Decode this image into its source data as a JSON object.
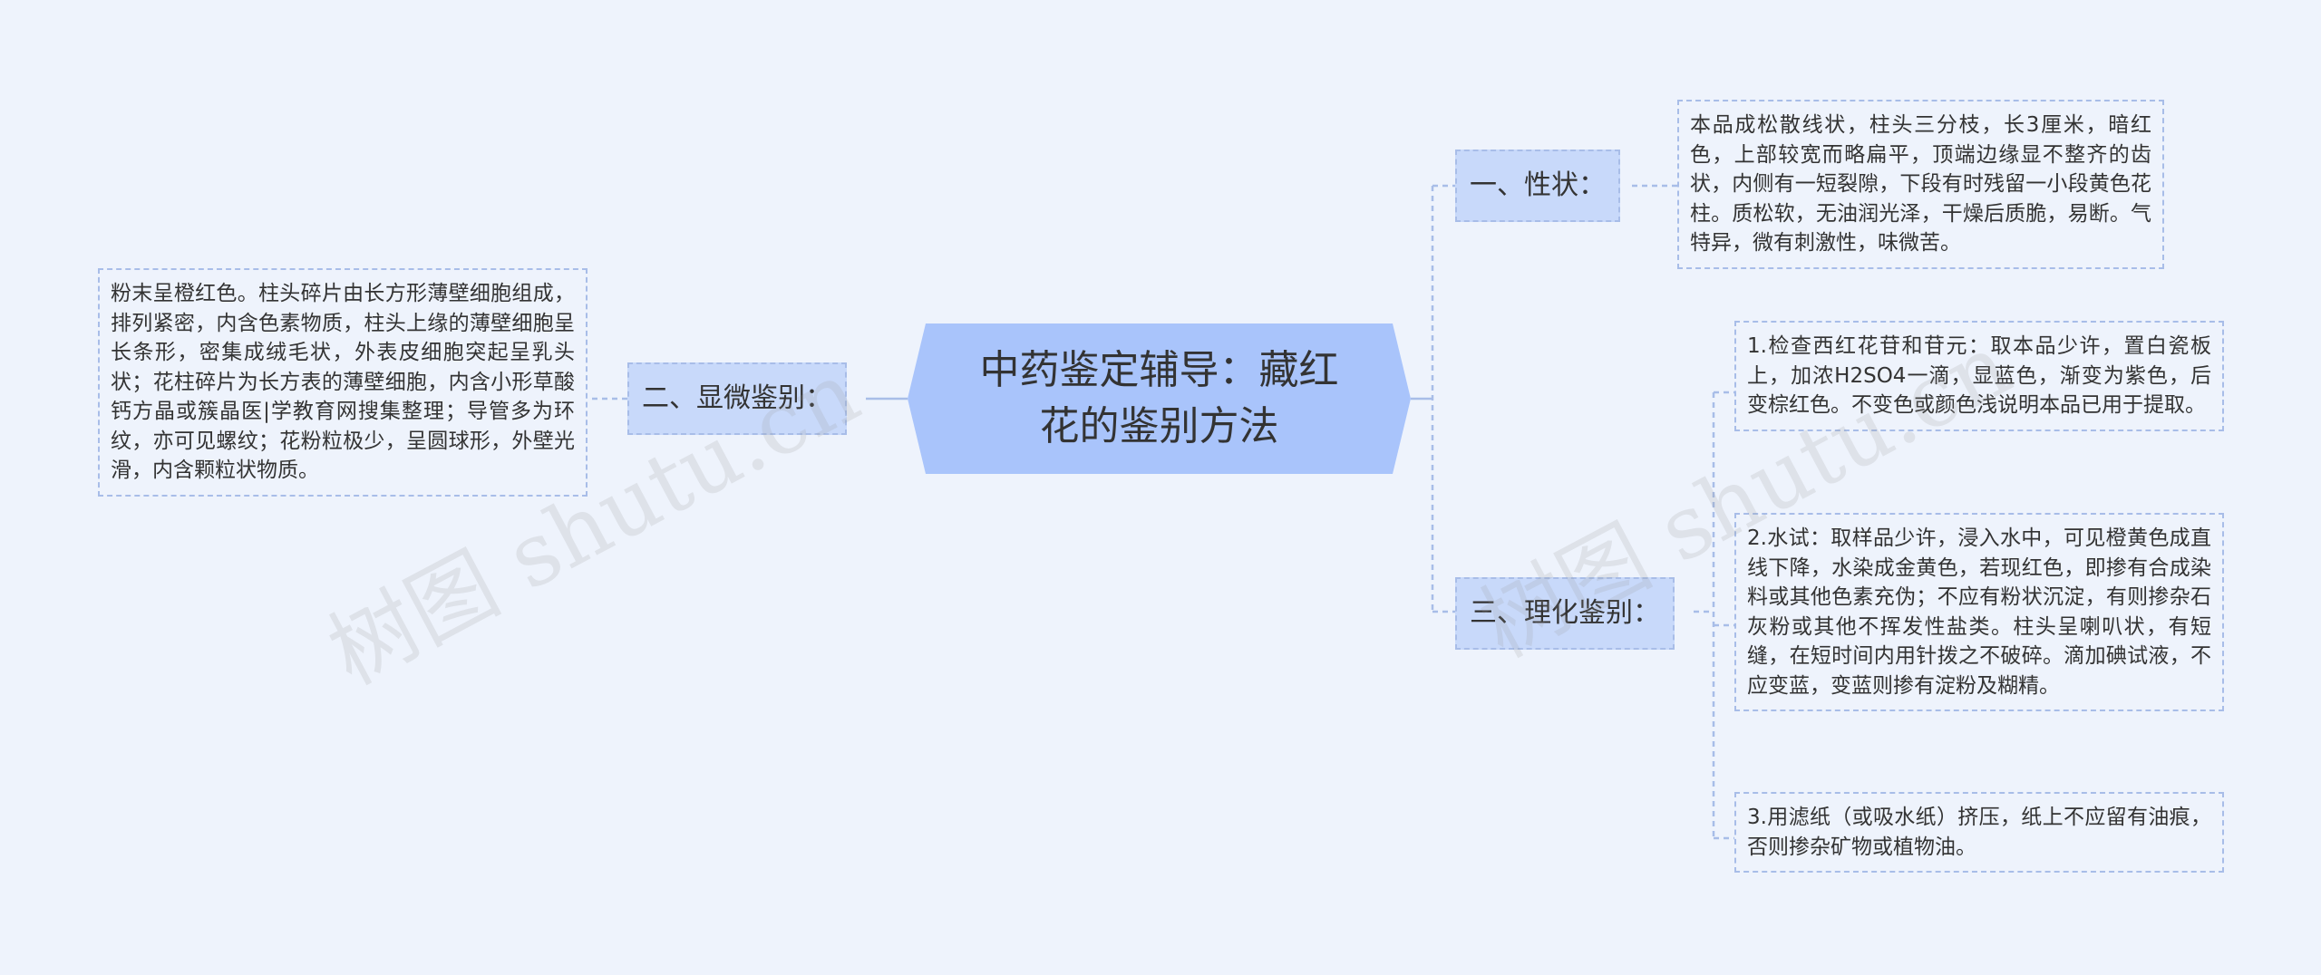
{
  "center": {
    "title": "中药鉴定辅导：藏红花的鉴别方法"
  },
  "branches": {
    "xingzhuang": {
      "label": "一、性状：",
      "items": [
        "本品成松散线状，柱头三分枝，长3厘米，暗红色，上部较宽而略扁平，顶端边缘显不整齐的齿状，内侧有一短裂隙，下段有时残留一小段黄色花柱。质松软，无油润光泽，干燥后质脆，易断。气特异，微有刺激性，味微苦。"
      ]
    },
    "xianwei": {
      "label": "二、显微鉴别：",
      "items": [
        "粉末呈橙红色。柱头碎片由长方形薄壁细胞组成，排列紧密，内含色素物质，柱头上缘的薄壁细胞呈长条形，密集成绒毛状，外表皮细胞突起呈乳头状；花柱碎片为长方表的薄壁细胞，内含小形草酸钙方晶或簇晶医|学教育网搜集整理；导管多为环纹，亦可见螺纹；花粉粒极少，呈圆球形，外壁光滑，内含颗粒状物质。"
      ]
    },
    "lihua": {
      "label": "三、理化鉴别：",
      "items": [
        "1.检查西红花苷和苷元：取本品少许，置白瓷板上，加浓H2SO4一滴，显蓝色，渐变为紫色，后变棕红色。不变色或颜色浅说明本品已用于提取。",
        "2.水试：取样品少许，浸入水中，可见橙黄色成直线下降，水染成金黄色，若现红色，即掺有合成染料或其他色素充伪；不应有粉状沉淀，有则掺杂石灰粉或其他不挥发性盐类。柱头呈喇叭状，有短缝，在短时间内用针拨之不破碎。滴加碘试液，不应变蓝，变蓝则掺有淀粉及糊精。",
        "3.用滤纸（或吸水纸）挤压，纸上不应留有油痕，否则掺杂矿物或植物油。"
      ]
    }
  },
  "watermarks": [
    "树图 shutu.cn",
    "树图 shutu.cn"
  ],
  "colors": {
    "background": "#eef3fc",
    "center_fill": "#a9c4fb",
    "branch_fill": "#c8d9fa",
    "line": "#a8bde8"
  }
}
